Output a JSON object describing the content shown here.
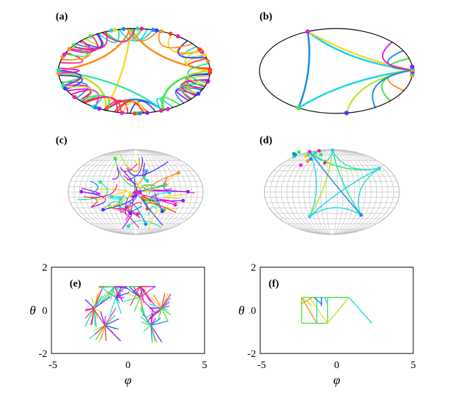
{
  "figure": {
    "panels": [
      "(a)",
      "(b)",
      "(c)",
      "(d)",
      "(e)",
      "(f)"
    ]
  },
  "chart_data": [
    {
      "panel": "(e)",
      "type": "line",
      "xlabel": "φ",
      "ylabel": "θ",
      "xlim": [
        -5,
        5
      ],
      "ylim": [
        -2,
        2
      ],
      "xticks": [
        "-5",
        "0",
        "5"
      ],
      "yticks": [
        "2",
        "0",
        "-2"
      ],
      "hubs": [
        [
          -2.2,
          0.1
        ],
        [
          -1.5,
          -0.7
        ],
        [
          -0.8,
          0.6
        ],
        [
          -0.9,
          1.1
        ],
        [
          0.8,
          0.6
        ],
        [
          0.8,
          1.1
        ],
        [
          1.5,
          -0.7
        ],
        [
          2.2,
          0.1
        ]
      ]
    },
    {
      "panel": "(f)",
      "type": "line",
      "xlabel": "φ",
      "ylabel": "θ",
      "xlim": [
        -5,
        5
      ],
      "ylim": [
        -2,
        2
      ],
      "xticks": [
        "-5",
        "0",
        "5"
      ],
      "yticks": [
        "2",
        "0",
        "-2"
      ],
      "segments": [
        [
          [
            -2.3,
            0.6
          ],
          [
            -2.3,
            -0.6
          ]
        ],
        [
          [
            -2.3,
            -0.6
          ],
          [
            -0.6,
            -0.6
          ]
        ],
        [
          [
            -0.6,
            -0.6
          ],
          [
            -0.6,
            0.6
          ]
        ],
        [
          [
            -2.3,
            0.6
          ],
          [
            0.8,
            0.6
          ]
        ],
        [
          [
            0.8,
            0.6
          ],
          [
            2.3,
            -0.6
          ]
        ],
        [
          [
            -0.6,
            -0.6
          ],
          [
            0.8,
            0.6
          ]
        ],
        [
          [
            -2.3,
            0.6
          ],
          [
            -1.3,
            -0.6
          ]
        ],
        [
          [
            -1.8,
            0.6
          ],
          [
            -0.6,
            -0.6
          ]
        ],
        [
          [
            -1.3,
            0.6
          ],
          [
            -1.3,
            -0.6
          ]
        ],
        [
          [
            -2.3,
            0.3
          ],
          [
            -1.6,
            0.6
          ]
        ],
        [
          [
            -1.5,
            0.6
          ],
          [
            -1.0,
            0.3
          ]
        ],
        [
          [
            -1.0,
            0.6
          ],
          [
            -1.0,
            0.2
          ]
        ],
        [
          [
            -2.3,
            0.6
          ],
          [
            -1.6,
            0.2
          ]
        ],
        [
          [
            -0.8,
            0.6
          ],
          [
            -0.6,
            0.3
          ]
        ]
      ]
    }
  ]
}
